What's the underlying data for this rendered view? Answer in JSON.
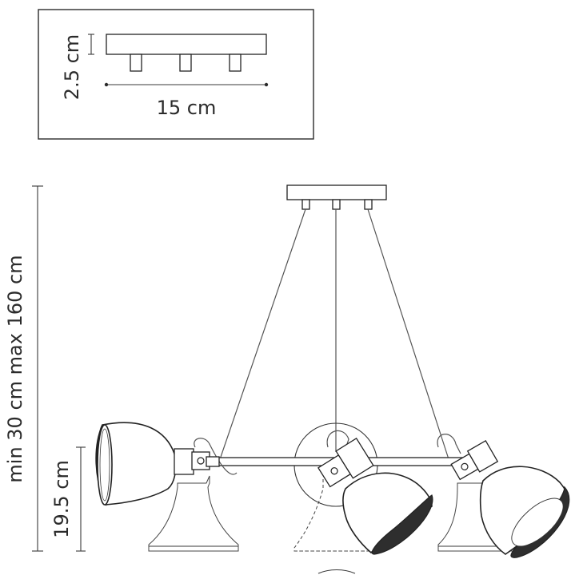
{
  "inset": {
    "height_label": "2.5 cm",
    "width_label": "15 cm"
  },
  "main": {
    "overall_height_label": "min 30 cm max 160 cm",
    "shade_height_label": "19.5 cm"
  },
  "colors": {
    "line": "#2b2b2b",
    "background": "#ffffff"
  }
}
